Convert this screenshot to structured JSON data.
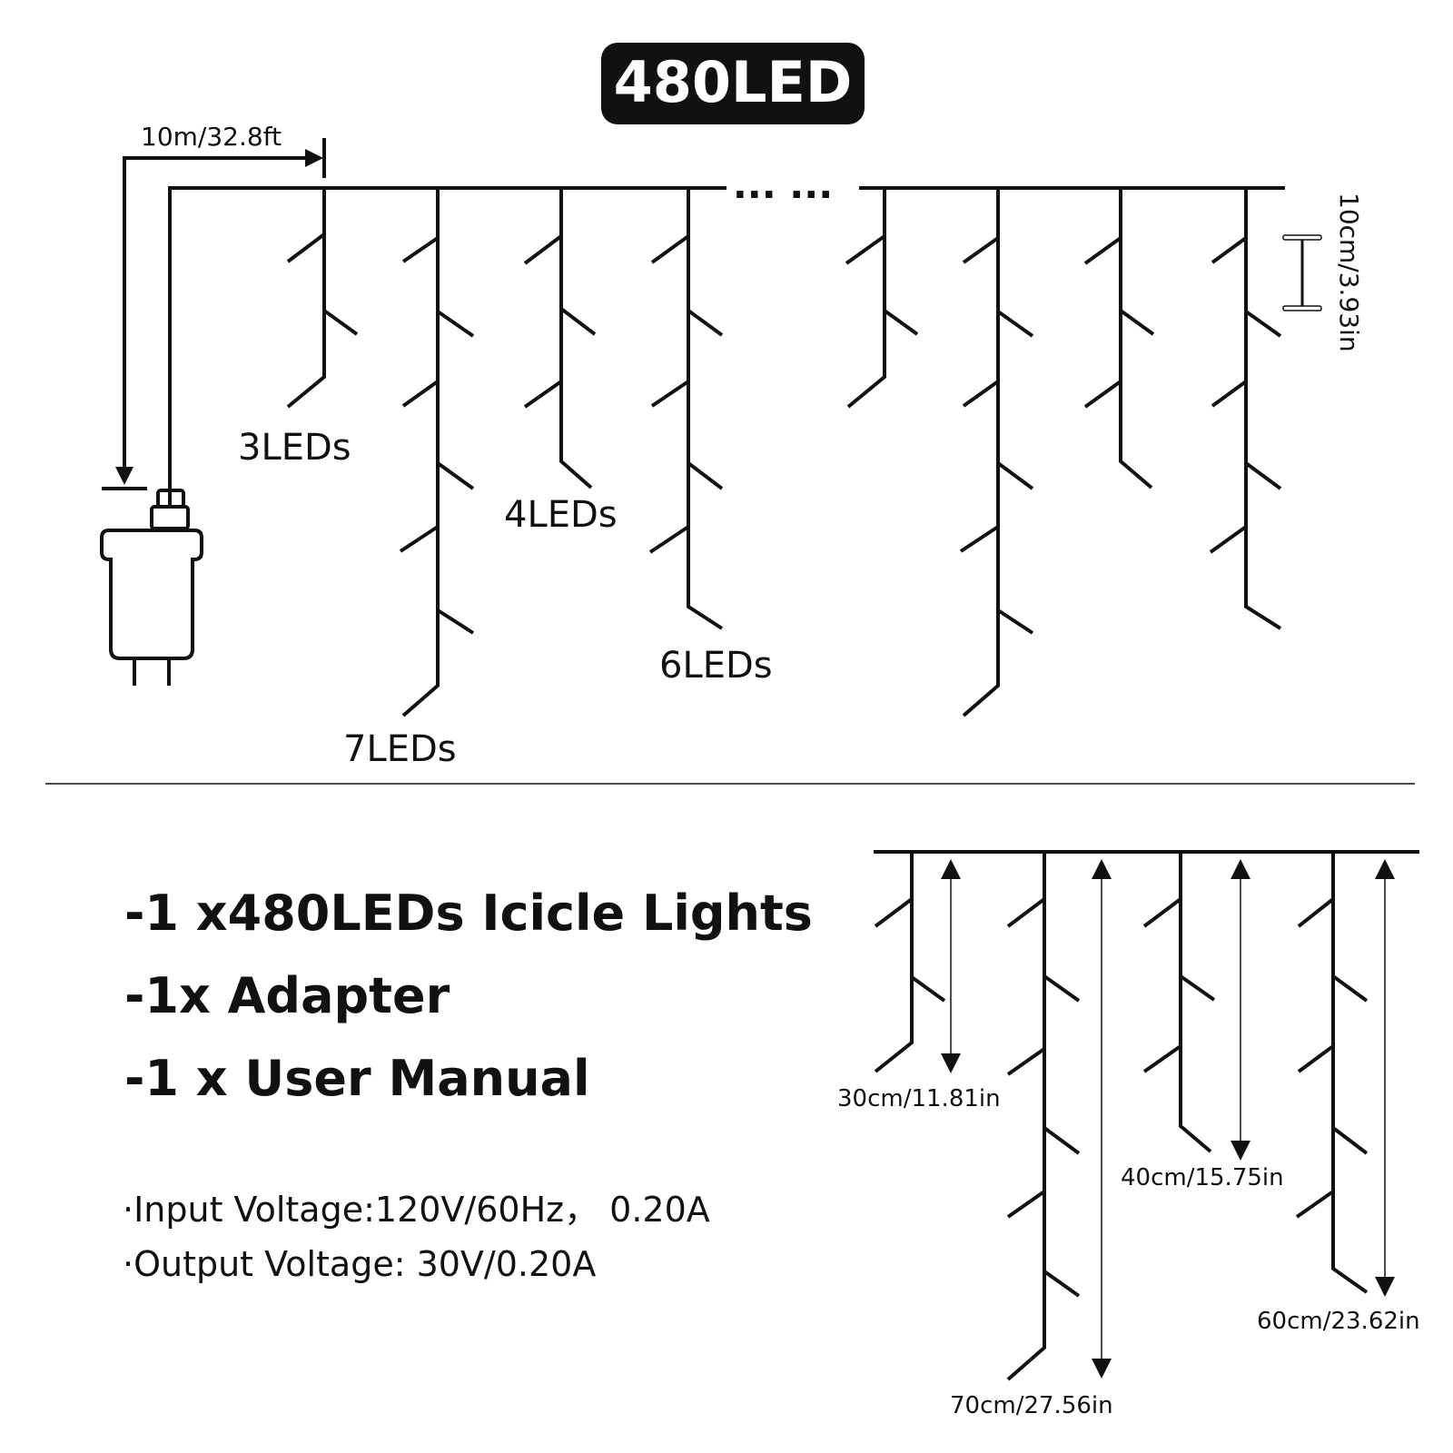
{
  "title": "480LED",
  "top": {
    "lead_length": "10m/32.8ft",
    "spacing": "10cm/3.93in",
    "ellipsis": "... ...",
    "labels": [
      "3LEDs",
      "4LEDs",
      "6LEDs",
      "7LEDs"
    ]
  },
  "bottom": {
    "lengths": [
      "30cm/11.81in",
      "70cm/27.56in",
      "40cm/15.75in",
      "60cm/23.62in"
    ]
  },
  "package": [
    "-1 x480LEDs Icicle Lights",
    "-1x Adapter",
    "-1 x User Manual"
  ],
  "specs": [
    "·Input Voltage:120V/60Hz， 0.20A",
    "·Output Voltage: 30V/0.20A"
  ]
}
